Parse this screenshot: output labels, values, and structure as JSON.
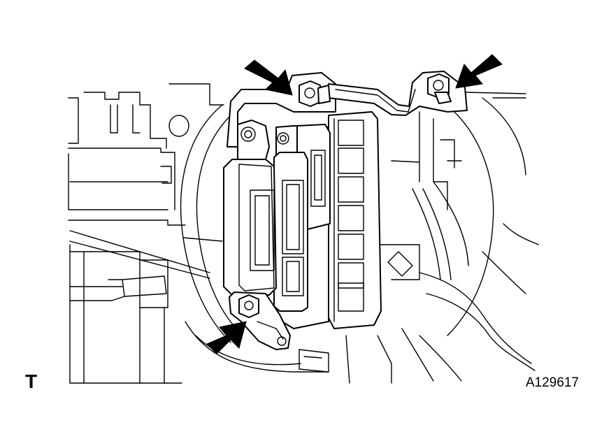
{
  "labels": {
    "view_mark": "T",
    "figure_id": "A129617"
  },
  "arrows": [
    {
      "name": "arrow-upper-left-bolt",
      "target": "bolt"
    },
    {
      "name": "arrow-upper-right-bolt",
      "target": "bolt"
    },
    {
      "name": "arrow-lower-bolt",
      "target": "bolt"
    }
  ],
  "colors": {
    "line": "#000000",
    "background": "#ffffff"
  }
}
